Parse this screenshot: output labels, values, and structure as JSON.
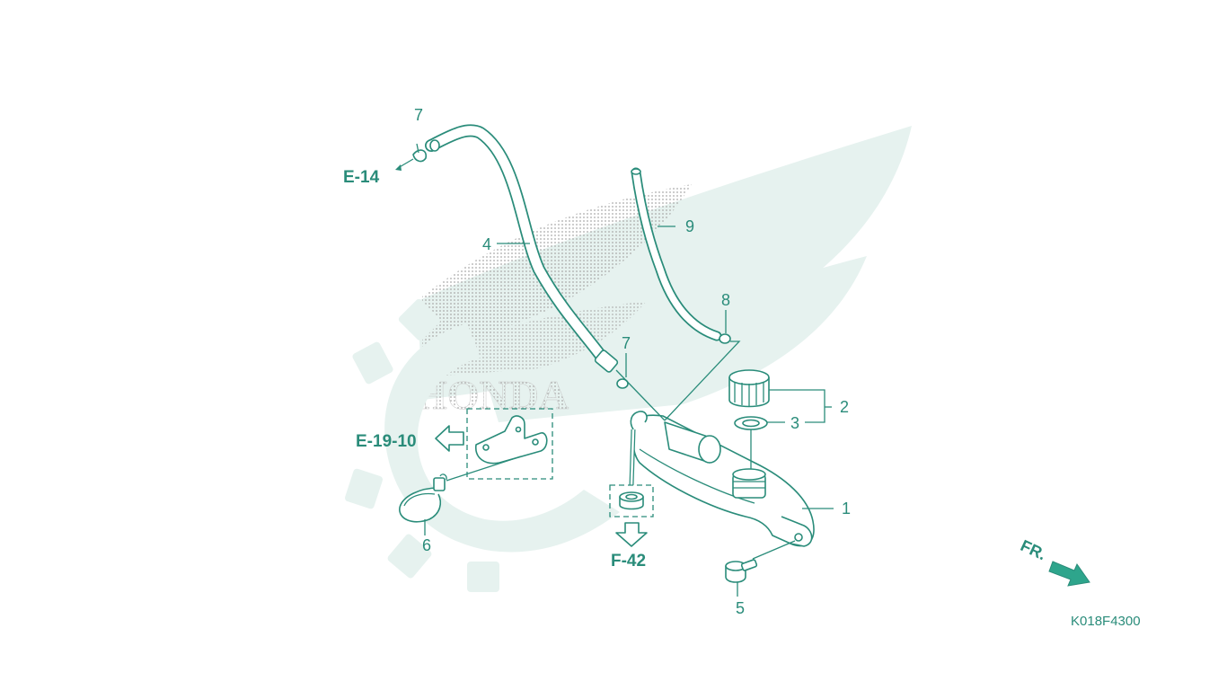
{
  "callouts": {
    "c1": "1",
    "c2": "2",
    "c3": "3",
    "c4": "4",
    "c5": "5",
    "c6": "6",
    "c7a": "7",
    "c7b": "7",
    "c8": "8",
    "c9": "9"
  },
  "references": {
    "e14": "E-14",
    "e1910": "E-19-10",
    "f42": "F-42"
  },
  "direction_label": "FR.",
  "diagram_code": "K018F4300",
  "watermark": {
    "brand_text": "HONDA",
    "icons": [
      "honda-wing-watermark-icon",
      "gear-watermark-icon"
    ]
  },
  "colors": {
    "line": "#2a8c7a",
    "watermark": "#e6f2ef",
    "watermark_dots": "#a9a9a9",
    "arrow_fill": "#2ea58c"
  }
}
